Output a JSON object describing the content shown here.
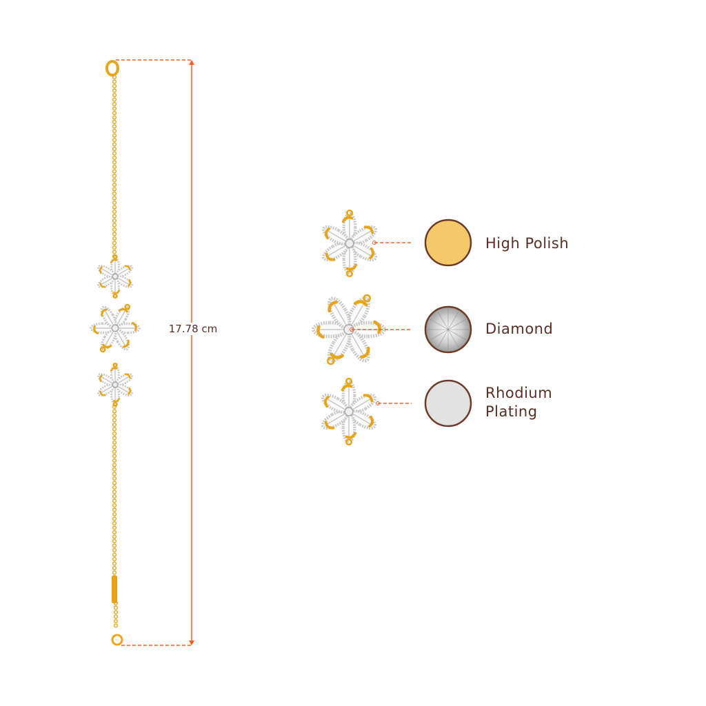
{
  "measurement": {
    "length_label": "17.78 cm"
  },
  "legend": [
    {
      "label": "High Polish",
      "swatch": "#f5c96a"
    },
    {
      "label": "Diamond",
      "swatch": "#e8e8e8"
    },
    {
      "label": "Rhodium Plating",
      "line1": "Rhodium",
      "line2": "Plating",
      "swatch": "#e2e2e2"
    }
  ],
  "colors": {
    "accent": "#ff5a1f",
    "gold": "#e8a617",
    "ring": "#6b3a28",
    "text": "#5a2e22"
  }
}
